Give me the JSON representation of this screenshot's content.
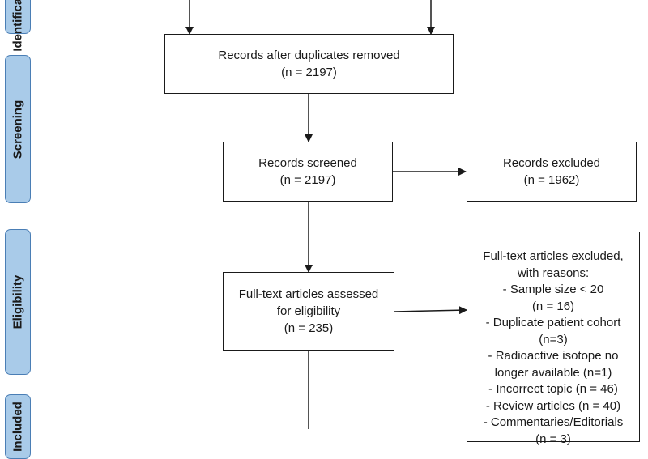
{
  "phases": {
    "identification": "Identification",
    "screening": "Screening",
    "eligibility": "Eligibility",
    "included": "Included"
  },
  "boxes": {
    "duplicates_removed": {
      "line1": "Records after duplicates removed",
      "line2": "(n = 2197)"
    },
    "screened": {
      "line1": "Records screened",
      "line2": "(n = 2197)"
    },
    "excluded": {
      "line1": "Records excluded",
      "line2": "(n = 1962)"
    },
    "fulltext_assessed": {
      "line1": "Full-text articles assessed",
      "line2": "for eligibility",
      "line3": "(n = 235)"
    },
    "fulltext_excluded": {
      "lines": [
        "Full-text articles excluded,",
        "with reasons:",
        "- Sample size < 20",
        "(n = 16)",
        "- Duplicate patient cohort",
        "(n=3)",
        "- Radioactive isotope no",
        "longer available (n=1)",
        "- Incorrect topic (n = 46)",
        "- Review articles (n = 40)",
        "- Commentaries/Editorials",
        "(n = 3)"
      ]
    }
  }
}
